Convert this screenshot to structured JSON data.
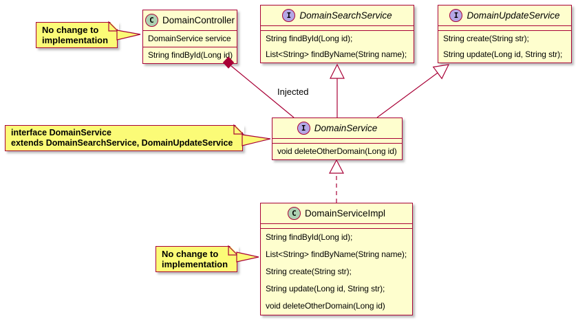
{
  "diagram": {
    "title": "UML class diagram",
    "colors": {
      "border": "#A80036",
      "box_fill": "#FEFECE",
      "note_fill": "#FBFB77",
      "class_icon_fill": "#ADD1B2",
      "interface_icon_fill": "#B4A7E5",
      "background": "#FFFFFF"
    },
    "classes": [
      {
        "name": "DomainController",
        "stereotype": "class",
        "icon_letter": "C",
        "fields": [
          "DomainService service"
        ],
        "methods": [
          "String findById(Long id)"
        ]
      },
      {
        "name": "DomainSearchService",
        "stereotype": "interface",
        "icon_letter": "I",
        "fields": [],
        "methods": [
          "String findById(Long id);",
          "List<String> findByName(String name);"
        ]
      },
      {
        "name": "DomainUpdateService",
        "stereotype": "interface",
        "icon_letter": "I",
        "fields": [],
        "methods": [
          "String create(String str);",
          "String update(Long id, String str);"
        ]
      },
      {
        "name": "DomainService",
        "stereotype": "interface",
        "icon_letter": "I",
        "fields": [],
        "methods": [
          "void deleteOtherDomain(Long id)"
        ]
      },
      {
        "name": "DomainServiceImpl",
        "stereotype": "class",
        "icon_letter": "C",
        "fields": [],
        "methods": [
          "String findById(Long id);",
          "List<String> findByName(String name);",
          "String create(String str);",
          "String update(Long id, String str);",
          "void deleteOtherDomain(Long id)"
        ]
      }
    ],
    "notes": [
      {
        "target": "DomainController",
        "line1": "No change to",
        "line2": "implementation"
      },
      {
        "target": "DomainService",
        "line1": "interface DomainService",
        "line2": "extends DomainSearchService, DomainUpdateService"
      },
      {
        "target": "DomainServiceImpl",
        "line1": "No change to",
        "line2": "implementation"
      }
    ],
    "edges": [
      {
        "type": "composition",
        "from": "DomainController",
        "to": "DomainService",
        "label": "Injected"
      },
      {
        "type": "generalization",
        "from": "DomainService",
        "to": "DomainSearchService",
        "label": ""
      },
      {
        "type": "generalization",
        "from": "DomainService",
        "to": "DomainUpdateService",
        "label": ""
      },
      {
        "type": "realization",
        "from": "DomainServiceImpl",
        "to": "DomainService",
        "label": ""
      }
    ]
  }
}
